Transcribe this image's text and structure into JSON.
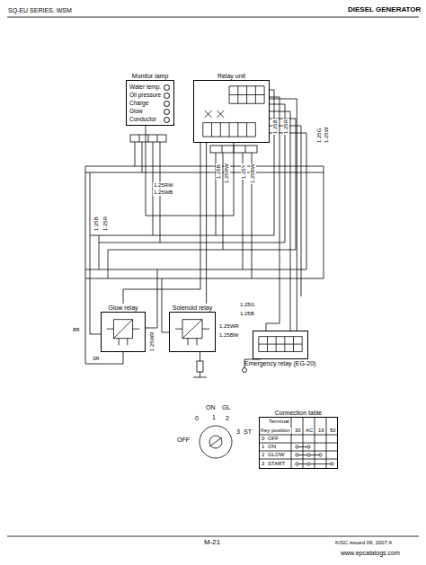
{
  "diagram": {
    "nodes": [
      {
        "text": [
          "Monitor lamp",
          "Water temp.",
          "Oil pressure",
          "Charge",
          "Glow",
          "Conductor"
        ]
      },
      {
        "text": [
          "Relay unit"
        ]
      },
      {
        "text": [
          "Glow relay"
        ]
      },
      {
        "text": [
          "Solenoid relay"
        ]
      },
      {
        "text": [
          "Emergency relay (EG-20)"
        ]
      },
      {
        "text": [
          "Connection table"
        ]
      }
    ],
    "edges": [
      {
        "from": 1,
        "to": 4,
        "arrow": "none"
      },
      {
        "from": 1,
        "to": 2,
        "arrow": "none"
      },
      {
        "from": 1,
        "to": 3,
        "arrow": "none"
      },
      {
        "from": 0,
        "to": 1,
        "arrow": "none"
      }
    ],
    "labels": [
      "SQ-EU SERIES, WSM",
      "DIESEL GENERATOR",
      "M-21",
      "KISC issued 09, 2007 A",
      "www.epcatalogs.com",
      "OFF",
      "ON",
      "GL",
      "ST",
      "0",
      "1",
      "2",
      "3",
      "Terminal",
      "Key position",
      "30",
      "AC",
      "19",
      "50",
      "0",
      "OFF",
      "1",
      "ON",
      "2",
      "GLOW",
      "3",
      "START",
      "1.25RW",
      "1.25WB",
      "1.25B",
      "1.25RW",
      "1.25Y",
      "1.25BW",
      "1.25B",
      "1.25R",
      "1.25G",
      "1.25W",
      "1.25B",
      "1.25R",
      "1.25G",
      "1.25B",
      "8R",
      "3R",
      "1.25WR",
      "1.25WR",
      "1.25BW"
    ]
  }
}
